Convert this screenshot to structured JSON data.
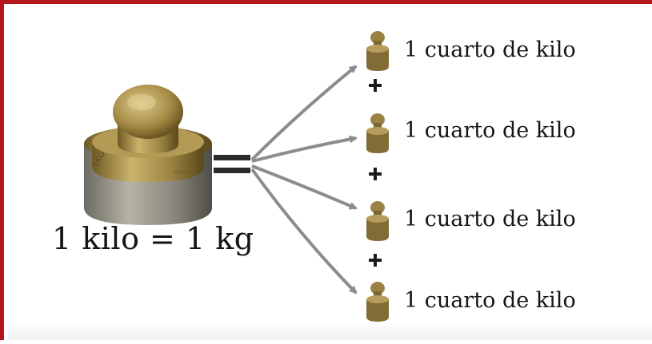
{
  "main": {
    "label": "1 kilo = 1 kg"
  },
  "parts": [
    {
      "label": "1 cuarto de kilo"
    },
    {
      "label": "1 cuarto de kilo"
    },
    {
      "label": "1 cuarto de kilo"
    },
    {
      "label": "1 cuarto de kilo"
    }
  ],
  "icons": {
    "large_weight": "brass-kilogram-weight-icon",
    "small_weight": "brass-quarter-kilo-weight-icon",
    "equals": "equals-sign",
    "plus": "plus-sign"
  },
  "colors": {
    "border": "#b3171c",
    "arrow": "#8c8c8c",
    "brass": "#a8904f",
    "text": "#151515"
  }
}
